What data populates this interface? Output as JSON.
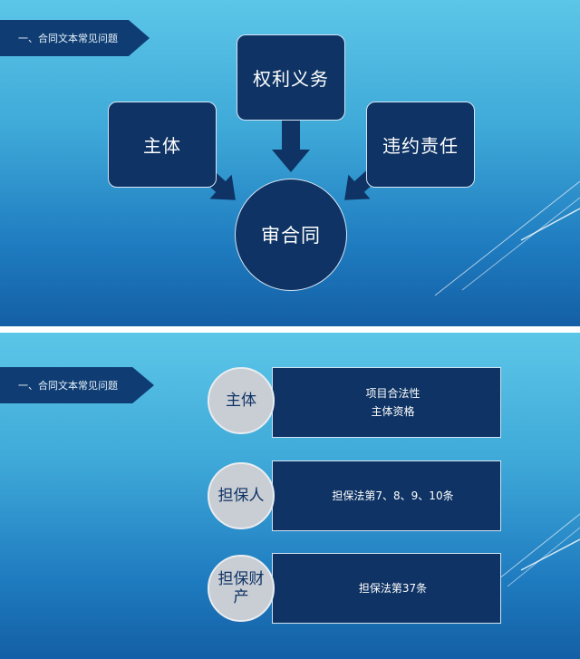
{
  "slide1": {
    "header": "一、合同文本常见问题",
    "nodes": {
      "top": "权利义务",
      "left": "主体",
      "right": "违约责任",
      "center": "审合同"
    }
  },
  "slide2": {
    "header": "一、合同文本常见问题",
    "rows": [
      {
        "label": "主体",
        "lines": [
          "项目合法性",
          "主体资格"
        ]
      },
      {
        "label": "担保人",
        "lines": [
          "担保法第7、8、9、10条"
        ]
      },
      {
        "label": "担保财产",
        "lines": [
          "担保法第37条"
        ]
      }
    ]
  },
  "colors": {
    "navy": "#0e3364",
    "bg_light": "#5cc6e8",
    "bg_dark": "#145fa5",
    "circle_gray": "#c9cdd4"
  }
}
